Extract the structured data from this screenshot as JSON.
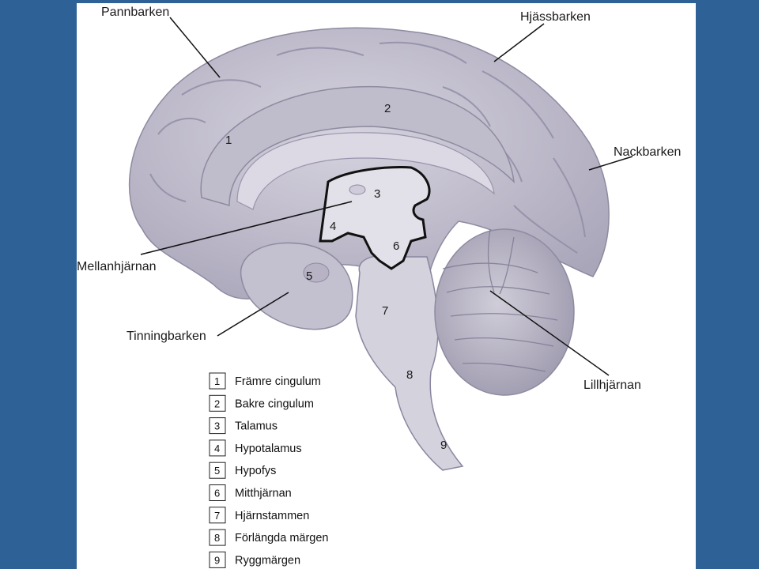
{
  "callouts": {
    "pannbarken": "Pannbarken",
    "hjassbarken": "Hjässbarken",
    "nackbarken": "Nackbarken",
    "mellanhjarnan": "Mellanhjärnan",
    "tinningbarken": "Tinningbarken",
    "lillhjarnan": "Lillhjärnan"
  },
  "region_numbers": [
    "1",
    "2",
    "3",
    "4",
    "5",
    "6",
    "7",
    "8",
    "9"
  ],
  "legend": [
    {
      "number": "1",
      "label": "Främre cingulum"
    },
    {
      "number": "2",
      "label": "Bakre cingulum"
    },
    {
      "number": "3",
      "label": "Talamus"
    },
    {
      "number": "4",
      "label": "Hypotalamus"
    },
    {
      "number": "5",
      "label": "Hypofys"
    },
    {
      "number": "6",
      "label": "Mitthjärnan"
    },
    {
      "number": "7",
      "label": "Hjärnstammen"
    },
    {
      "number": "8",
      "label": "Förlängda märgen"
    },
    {
      "number": "9",
      "label": "Ryggmärgen"
    }
  ],
  "colors": {
    "frame": "#2e6196",
    "cortex": "#c9c6d3",
    "cortex_dark": "#a8a4b6",
    "outline": "#111111"
  }
}
